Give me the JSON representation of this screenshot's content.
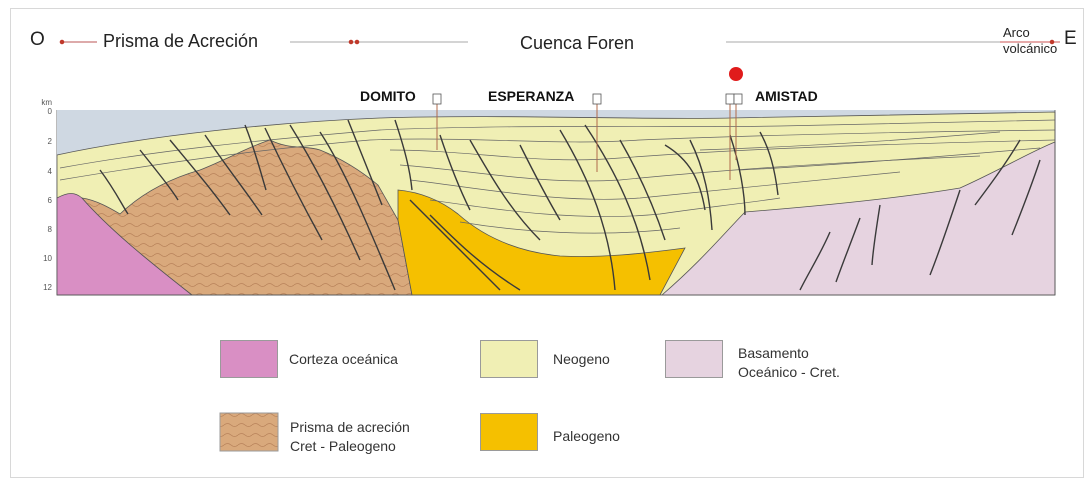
{
  "header": {
    "west": "O",
    "prism_label": "Prisma de Acreción",
    "basin_label": "Cuenca Foren",
    "arc_label": "Arco volcánico",
    "east": "E"
  },
  "axis": {
    "unit": "km",
    "ticks": [
      "0",
      "2",
      "4",
      "6",
      "8",
      "10",
      "12"
    ]
  },
  "wells": [
    "DOMITO",
    "ESPERANZA",
    "AMISTAD"
  ],
  "legend": [
    {
      "label": "Corteza oceánica",
      "color": "#d98fc4"
    },
    {
      "label": "Neogeno",
      "color": "#f0efb4"
    },
    {
      "label": "Basamento\nOceánico - Cret.",
      "color": "#e6d3e0"
    },
    {
      "label": "Prisma de acreción\nCret - Paleogeno",
      "color": "#d9a97c"
    },
    {
      "label": "Paleogeno",
      "color": "#f5c000"
    }
  ],
  "colors": {
    "sea": "#cfd8e2",
    "neogeno": "#f0efb4",
    "prisma": "#d9a97c",
    "corteza": "#d98fc4",
    "basamento": "#e6d3e0",
    "paleogeno": "#f5c000",
    "marker": "#e01b1b"
  }
}
